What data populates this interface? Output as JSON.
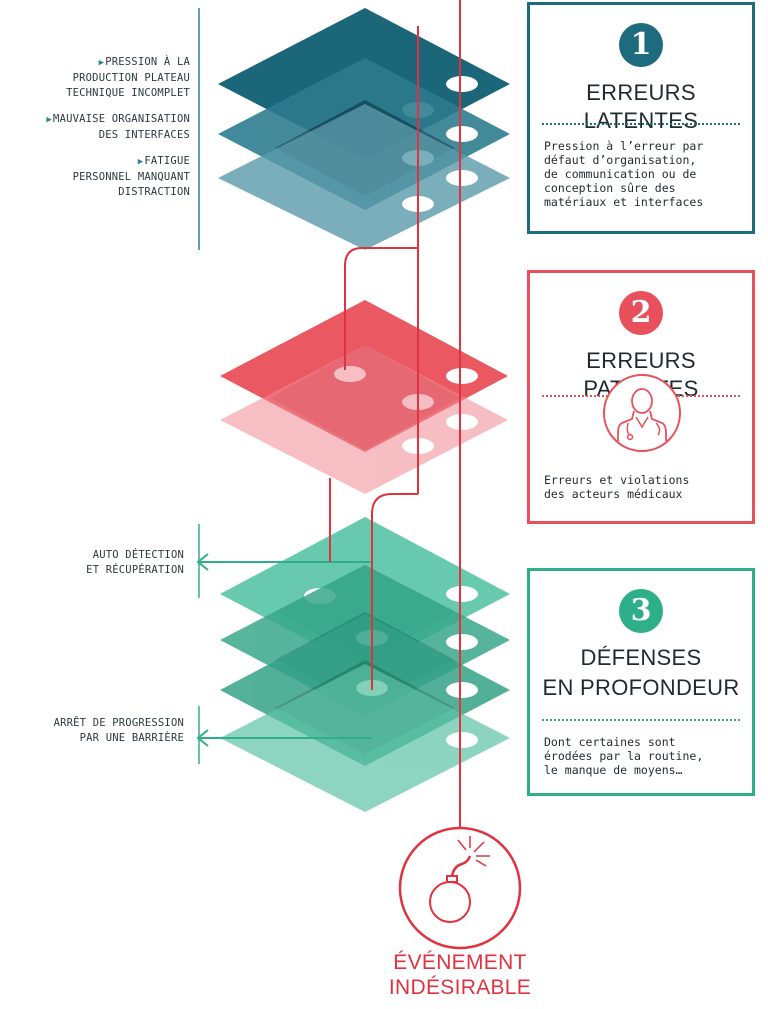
{
  "colors": {
    "latent": "#1e6b7e",
    "patent": "#e8505b",
    "defense": "#28b08c",
    "arrow": "#2fae8a",
    "line": "#e0323f"
  },
  "left_labels": {
    "latent": [
      {
        "text": "PRESSION À LA\nPRODUCTION PLATEAU\nTECHNIQUE INCOMPLET",
        "marker": true
      },
      {
        "text": "MAUVAISE ORGANISATION\nDES INTERFACES",
        "marker": true
      },
      {
        "text": "FATIGUE\nPERSONNEL MANQUANT\nDISTRACTION",
        "marker": true
      }
    ],
    "defense": [
      {
        "text": "AUTO DÉTECTION\nET RÉCUPÉRATION"
      },
      {
        "text": "ARRÊT DE PROGRESSION\nPAR UNE BARRIÈRE"
      }
    ]
  },
  "cards": [
    {
      "number": "1",
      "title": "ERREURS LATENTES",
      "description": "Pression à l’erreur par\ndéfaut d’organisation,\nde communication ou de\nconception sûre des\nmatériaux et interfaces",
      "color": "#1e6b7e",
      "icon": "none"
    },
    {
      "number": "2",
      "title": "ERREURS PATENTES",
      "description": "Erreurs et violations\ndes acteurs médicaux",
      "color": "#e8505b",
      "icon": "doctor-icon"
    },
    {
      "number": "3",
      "title": "DÉFENSES\nEN PROFONDEUR",
      "description": "Dont certaines sont\nérodées par la routine,\nle manque de moyens…",
      "color": "#2fae8a",
      "icon": "none"
    }
  ],
  "event": {
    "title": "ÉVÉNEMENT\nINDÉSIRABLE",
    "icon": "bomb-icon"
  }
}
